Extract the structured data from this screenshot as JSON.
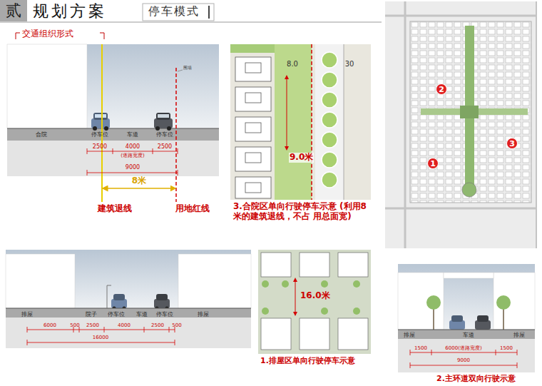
{
  "diagram": {
    "title": "规划方案",
    "nodes": [
      {
        "text": [
          "贰"
        ]
      },
      {
        "text": [
          "2"
        ]
      },
      {
        "text": [
          "3"
        ]
      },
      {
        "text": [
          "1"
        ]
      }
    ],
    "labels": [
      "停车模式",
      "交通组织形式",
      "合院",
      "停车位",
      "车道",
      "停车位",
      "围墙",
      "2500",
      "4000",
      "2500",
      "(道路宽度)",
      "9000",
      "8米",
      "建筑退线",
      "用地红线",
      "8.0",
      "30",
      "9.0米",
      "3.合院区单向行驶停车示意 (利用8米的建筑退线，不占 用总面宽)",
      "排屋",
      "院子",
      "停车位",
      "车道",
      "停车位",
      "排屋",
      "6000",
      "500",
      "2500",
      "4000",
      "2500",
      "500",
      "16000",
      "16.0米",
      "1.排屋区单向行驶停车示意",
      "排屋",
      "车道",
      "排屋",
      "1500",
      "6000(道路宽度)",
      "1500",
      "9000",
      "2.主环道双向行驶示意"
    ]
  }
}
